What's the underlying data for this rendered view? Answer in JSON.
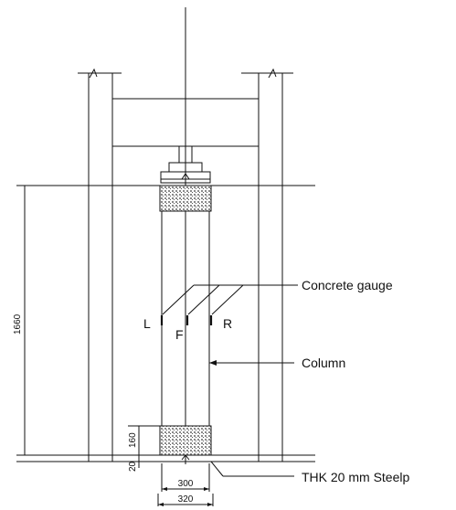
{
  "labels": {
    "concrete_gauge": "Concrete gauge",
    "column": "Column",
    "steel_plate": "THK 20 mm  Steelp",
    "gauge_left": "L",
    "gauge_front": "F",
    "gauge_right": "R"
  },
  "dimensions": {
    "height": "1660",
    "cap_height": "160",
    "plate_thickness": "20",
    "column_width": "300",
    "plate_width": "320"
  },
  "colors": {
    "line": "#111111",
    "hatch": "#8a8a8a"
  }
}
